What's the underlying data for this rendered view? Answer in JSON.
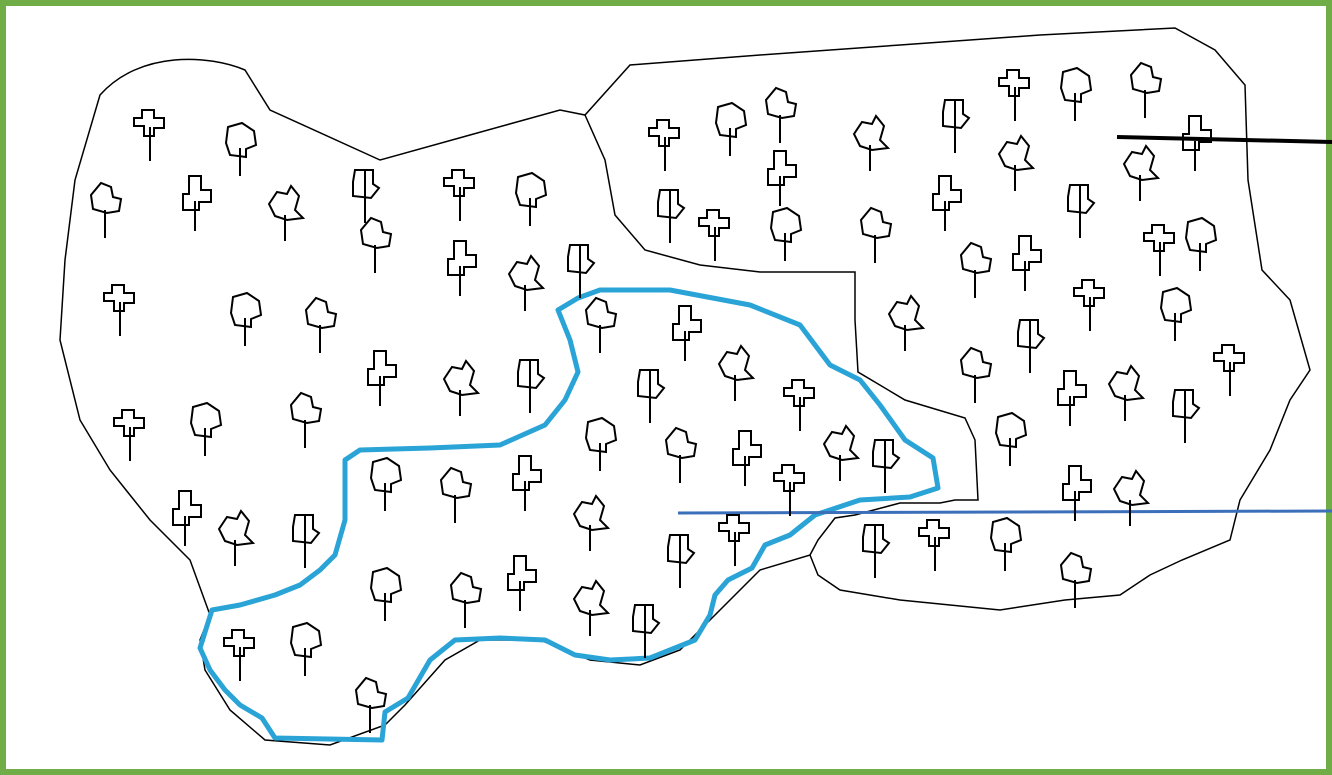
{
  "colors": {
    "frame": "#70ad47",
    "outline": "#000000",
    "highlight_boundary": "#2aa3d6",
    "blue_leader": "#3b6fba",
    "black_leader": "#000000",
    "background": "#ffffff"
  },
  "icons": {
    "tree": "tree-icon"
  },
  "regions": [
    {
      "name": "forest-outline"
    },
    {
      "name": "upper-right-stand"
    },
    {
      "name": "lower-right-stand"
    },
    {
      "name": "highlighted-stand"
    }
  ],
  "leaders": [
    {
      "name": "leader-line-black"
    },
    {
      "name": "leader-line-blue"
    }
  ]
}
